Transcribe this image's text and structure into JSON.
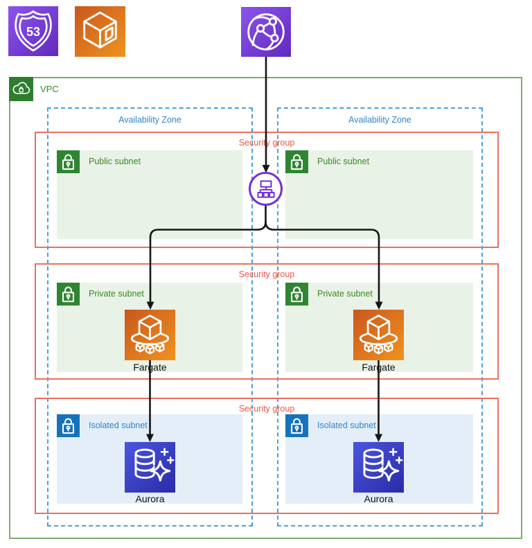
{
  "title": "AWS VPC architecture diagram",
  "labels": {
    "vpc": "VPC",
    "availability_zone": "Availability Zone",
    "security_group": "Security group",
    "public_subnet": "Public subnet",
    "private_subnet": "Private subnet",
    "isolated_subnet": "Isolated subnet",
    "fargate": "Fargate",
    "aurora": "Aurora",
    "route53_shield_number": "53"
  },
  "icons": {
    "route53": "Amazon Route 53",
    "ecs": "Amazon ECS",
    "cloudfront": "Amazon CloudFront",
    "alb": "Application Load Balancer",
    "vpc": "Amazon VPC",
    "subnet_lock_green": "subnet lock (green)",
    "subnet_lock_blue": "subnet lock (blue)",
    "fargate": "AWS Fargate",
    "aurora": "Amazon Aurora"
  },
  "structure": {
    "availability_zones": 2,
    "security_groups": 3,
    "subnets_per_zone": [
      "Public subnet",
      "Private subnet",
      "Isolated subnet"
    ],
    "flow": "CloudFront -> ALB -> Fargate -> Aurora"
  },
  "colors": {
    "vpc_border": "#7CAB6D",
    "vpc_label": "#3F8624",
    "vpc_icon_bg": "#2E7D2E",
    "az_border": "#4D9FD6",
    "az_label": "#2E86C8",
    "sg_border": "#ED6E5F",
    "sg_label": "#E8584A",
    "subnet_green_bg": "#E9F2E6",
    "subnet_green_label": "#3F8624",
    "subnet_green_icon": "#2F8532",
    "subnet_blue_bg": "#E4EEF8",
    "subnet_blue_label": "#2E86C8",
    "subnet_blue_icon": "#1673BB",
    "purple_light": "#8A55EC",
    "purple_dark": "#6229BE",
    "purple_node": "#7B3FD9",
    "orange_light": "#F0931F",
    "orange_dark": "#C9571D",
    "aurora_light": "#4B55E0",
    "aurora_dark": "#2A2CA5",
    "aurora_star_fill": "#3238BE",
    "alb_stroke": "#7131D6",
    "arrow": "#151515"
  }
}
